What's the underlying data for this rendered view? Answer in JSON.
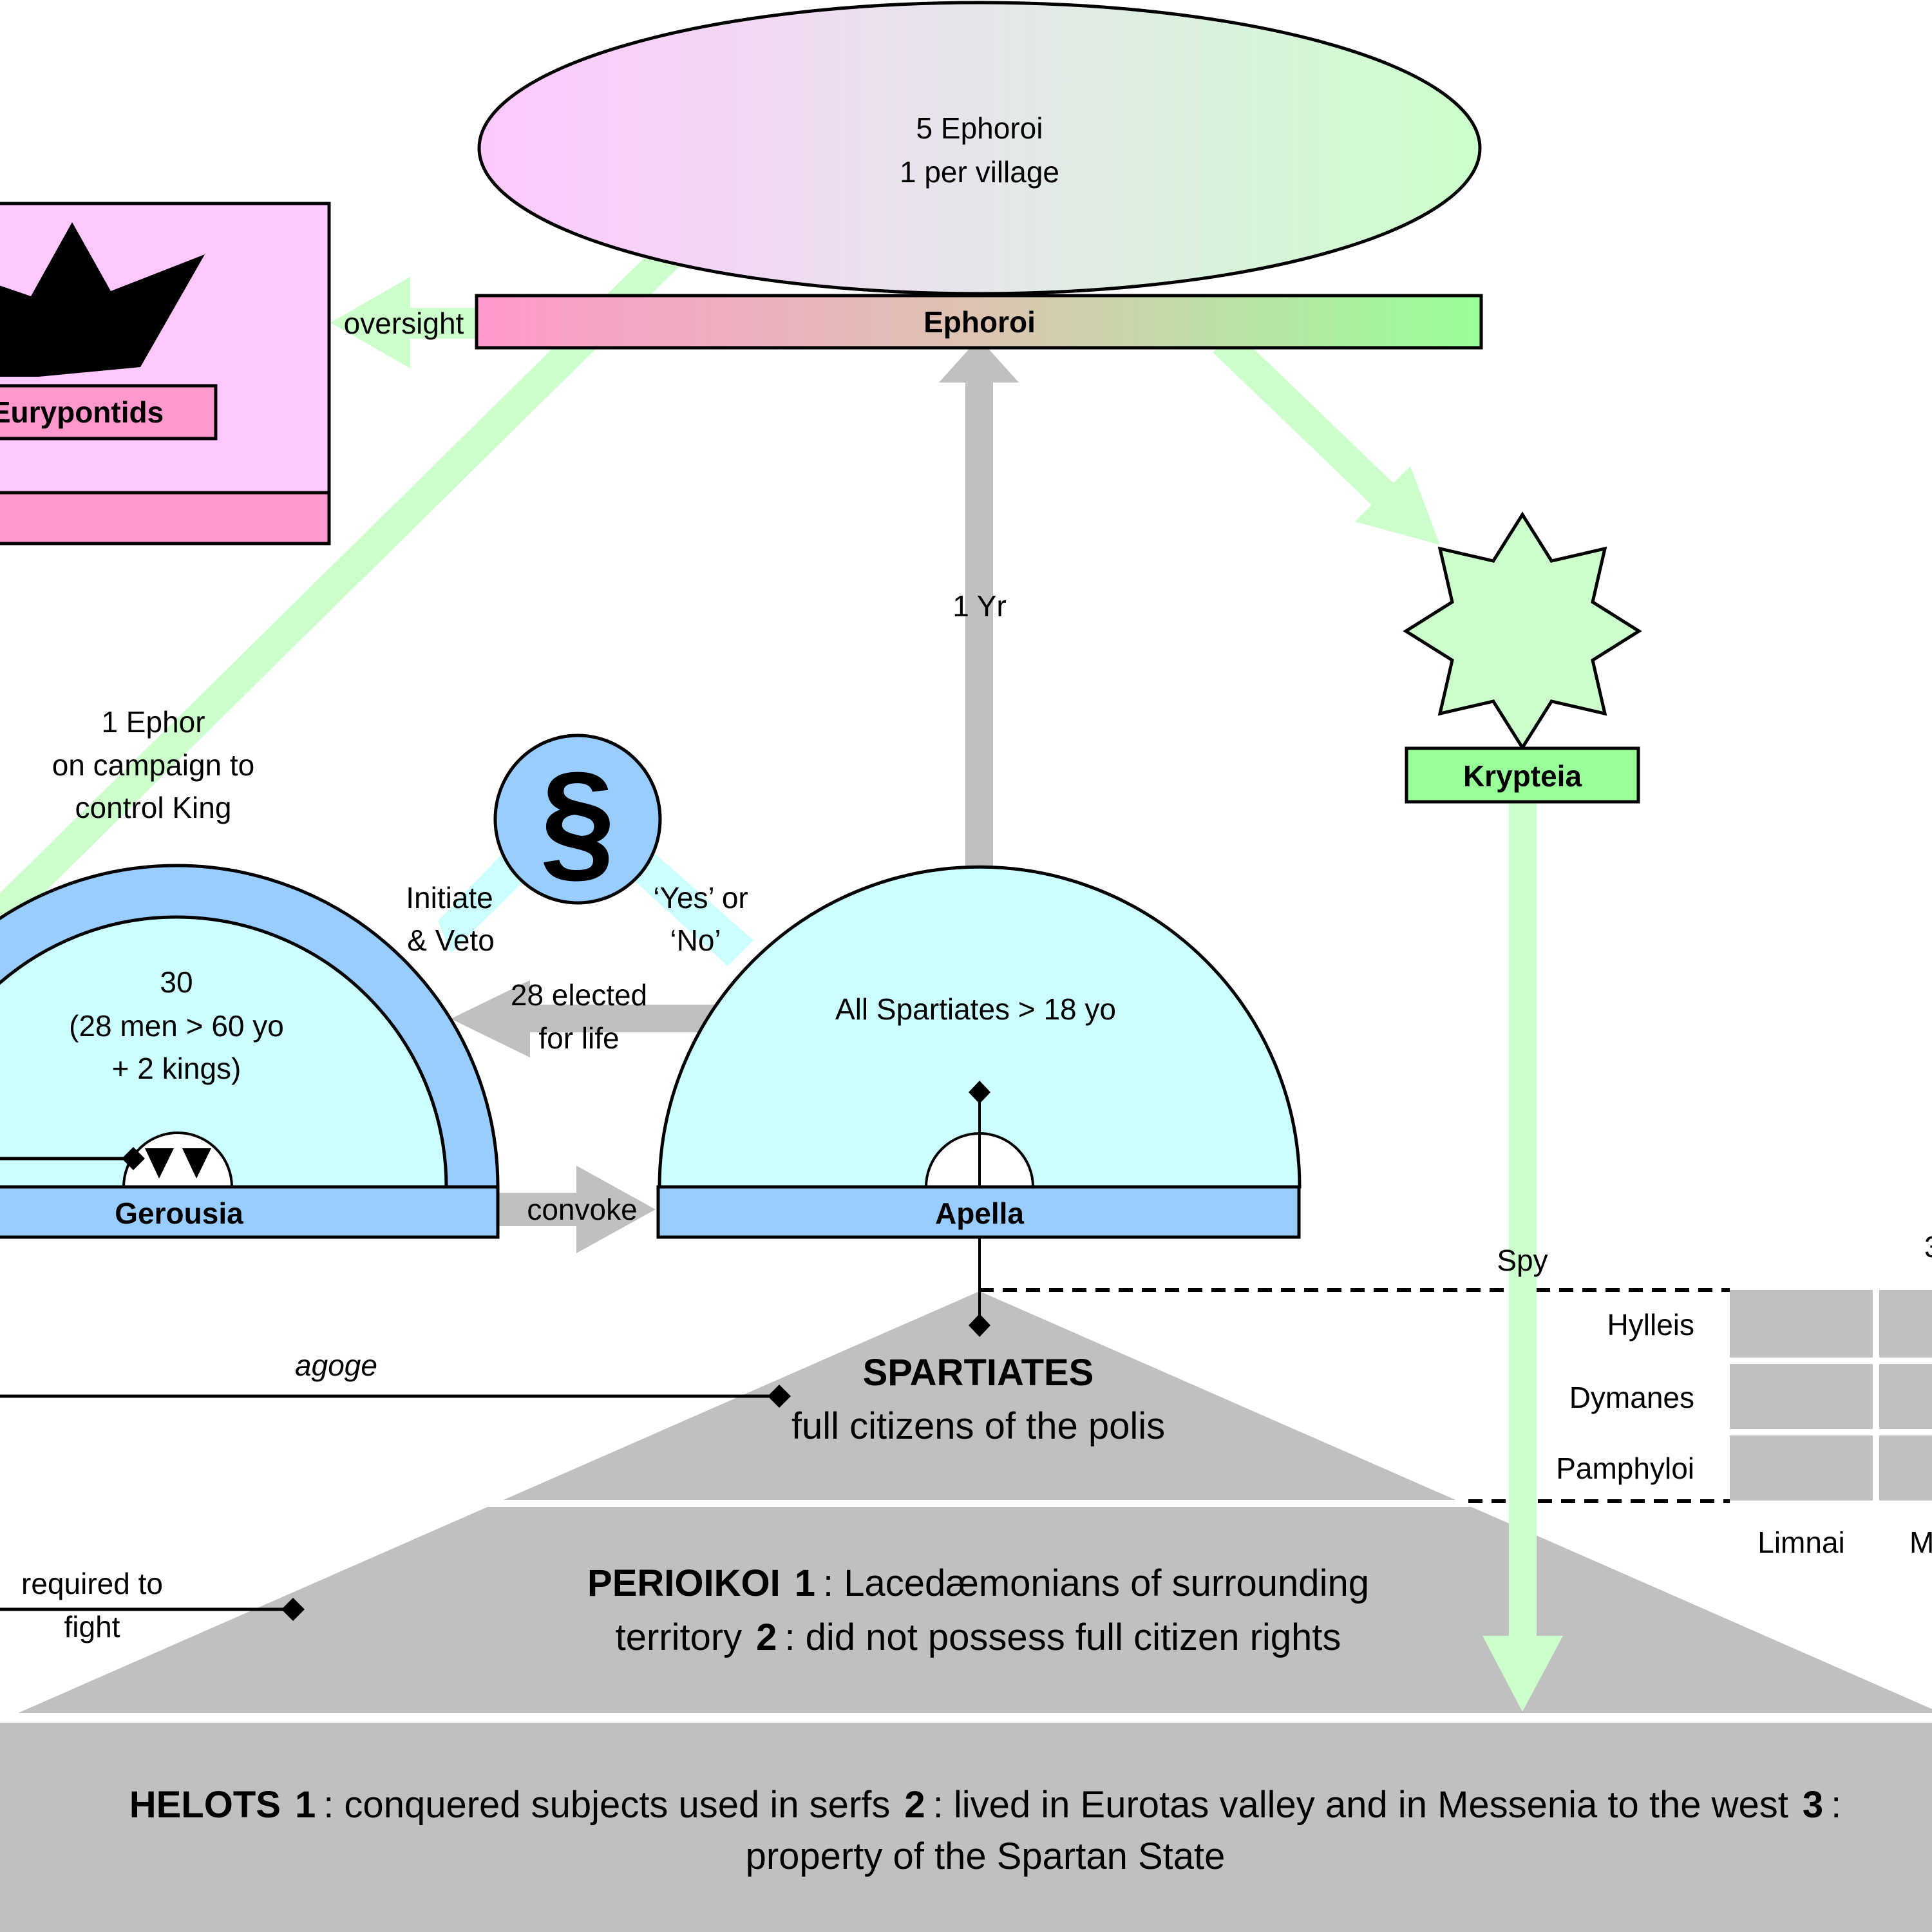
{
  "title": "Spartan constitution diagram",
  "colors": {
    "pink_light": "#ffc8ff",
    "pink": "#ff99cc",
    "green_light": "#ccffcc",
    "green": "#99ff99",
    "blue": "#99ccff",
    "cyan_light": "#ccffff",
    "gray": "#c0c0c0"
  },
  "ephoroi": {
    "ellipse_line1": "5 Ephoroi",
    "ellipse_line2": "1 per village",
    "label": "Ephoroi",
    "oversight_label": "oversight",
    "term_label": "1 Yr"
  },
  "kings": {
    "house_label": "Eurypontids",
    "campaign_note": [
      "1 Ephor",
      "on campaign to",
      "control King"
    ]
  },
  "krypteia": {
    "label": "Krypteia",
    "spy_label": "Spy"
  },
  "law": {
    "symbol": "§",
    "gerousia_role": [
      "Initiate",
      "& Veto"
    ],
    "apella_role": [
      "‘Yes’ or",
      "‘No’"
    ]
  },
  "gerousia": {
    "label": "Gerousia",
    "lines": [
      "30",
      "(28 men > 60 yo",
      "+ 2 kings)"
    ]
  },
  "apella": {
    "label": "Apella",
    "line": "All Spartiates > 18 yo",
    "elected_label": [
      "28 elected",
      "for life"
    ],
    "convoke_label": "convoke"
  },
  "pyramid": {
    "spartiates_title": "SPARTIATES",
    "spartiates_desc": "full citizens of the polis",
    "agoge_label": "agoge",
    "perioikoi_line1": {
      "title": "PERIOIKOI",
      "n1": "1",
      "t1": ": Lacedæmonians of surrounding"
    },
    "perioikoi_line2": {
      "t0": "territory",
      "n2": "2",
      "t2": ": did not possess full citizen rights"
    },
    "required_label": [
      "required to",
      "fight"
    ],
    "helots_line1": {
      "title": "HELOTS",
      "n1": "1",
      "t1": ": conquered subjects used in serfs",
      "n2": "2",
      "t2": ": lived in Eurotas valley and in Messenia to the west",
      "n3": "3",
      "t3": ":"
    },
    "helots_line2": "property of the Spartan State"
  },
  "tribes": {
    "rows": [
      "Hylleis",
      "Dymanes",
      "Pamphyloi"
    ],
    "columns": [
      "Limnai",
      "M"
    ],
    "cut_off_label": "3"
  }
}
